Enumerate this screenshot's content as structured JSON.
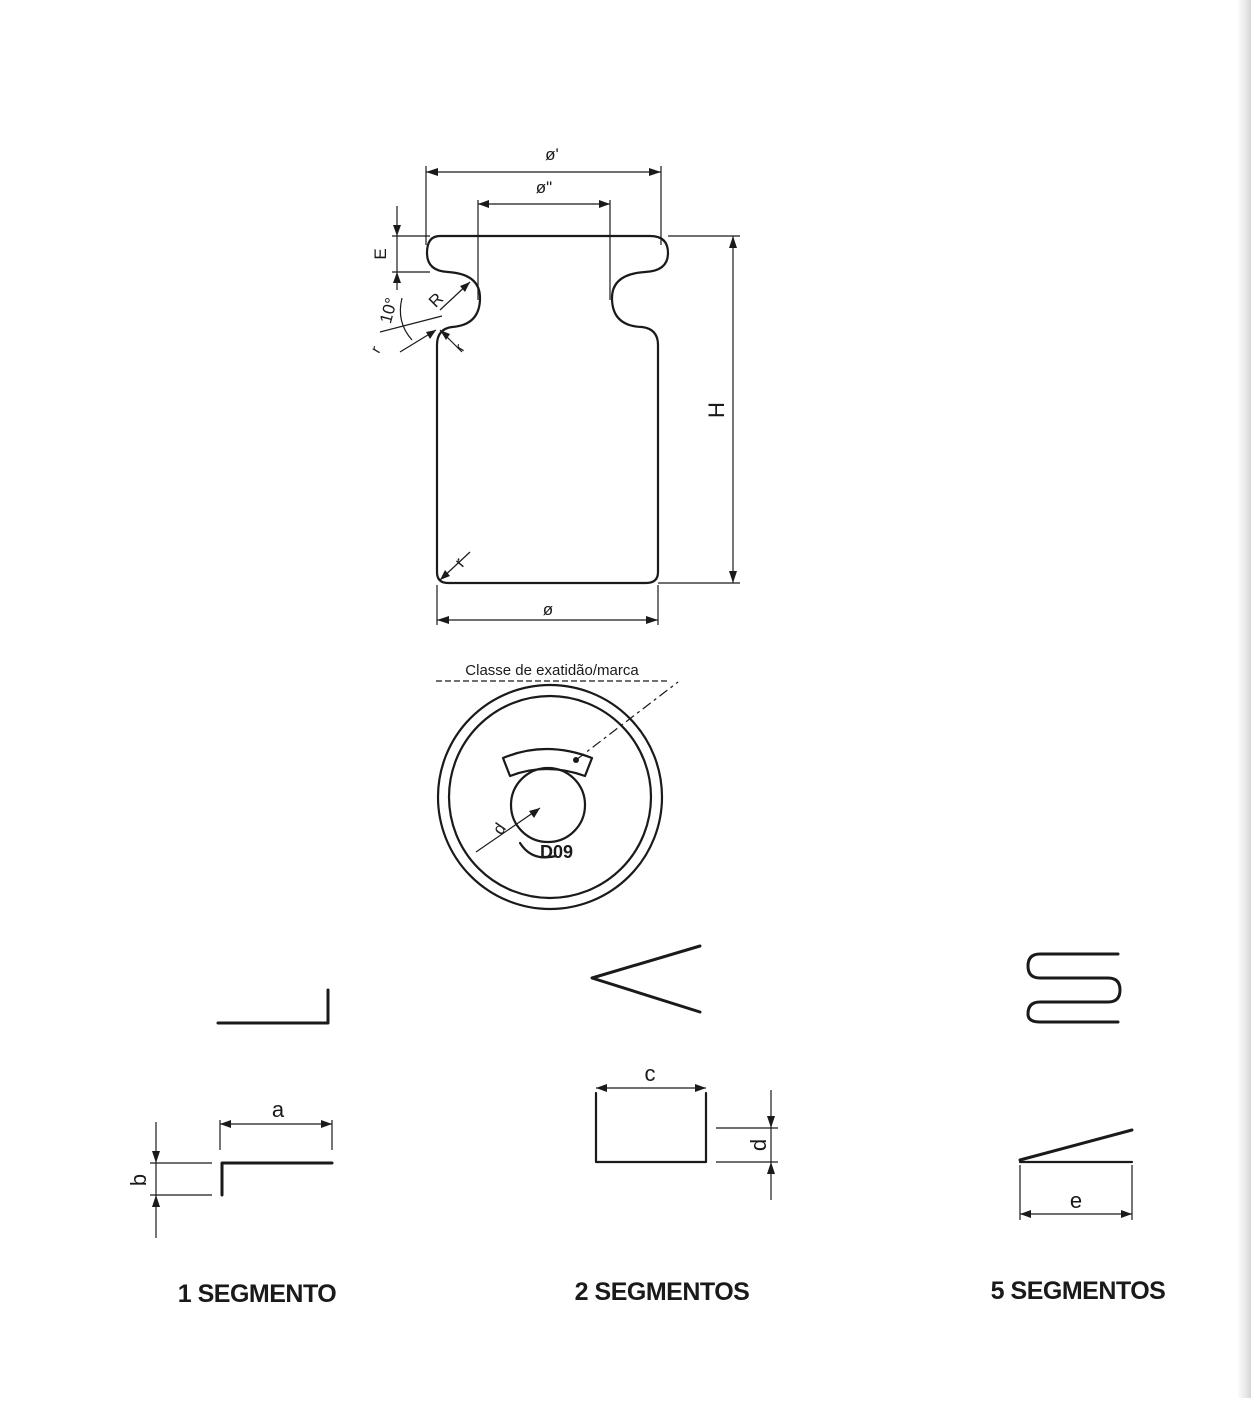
{
  "weight_drawing": {
    "dims": {
      "d_top": "ø'",
      "d_neck": "ø\"",
      "d_base": "ø",
      "E": "E",
      "H": "H",
      "R": "R",
      "angle": "10°",
      "r_left": "r",
      "r_right": "r",
      "r_bottom": "r"
    }
  },
  "top_view": {
    "callout": "Classe de exatidão/marca",
    "stamp": "D09",
    "d_label": "d"
  },
  "segments": [
    {
      "caption": "1 SEGMENTO",
      "dim_a": "a",
      "dim_b": "b"
    },
    {
      "caption": "2 SEGMENTOS",
      "dim_c": "c",
      "dim_d": "d"
    },
    {
      "caption": "5 SEGMENTOS",
      "dim_e": "e"
    }
  ]
}
